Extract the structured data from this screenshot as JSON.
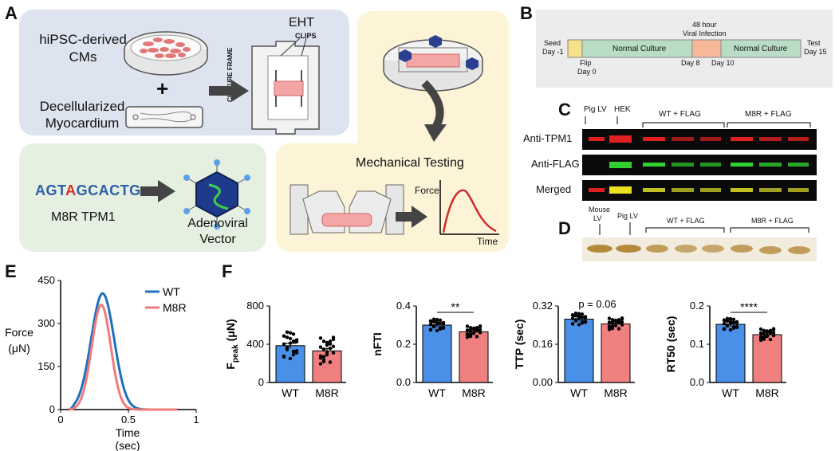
{
  "panels": {
    "A": "A",
    "B": "B",
    "C": "C",
    "D": "D",
    "E": "E",
    "F": "F"
  },
  "panelA": {
    "cells_label_1": "hiPSC-derived",
    "cells_label_2": "CMs",
    "plus": "+",
    "decell_1": "Decellularized",
    "decell_2": "Myocardium",
    "eht": "EHT",
    "clips": "CLIPS",
    "culture_frame": "CULTURE FRAME",
    "mech_testing": "Mechanical Testing",
    "force_axis": "Force",
    "time_axis": "Time",
    "seq_pre": "AGT",
    "seq_mut": "A",
    "seq_post": "GCACTG",
    "m8r_label": "M8R TPM1",
    "vector_1": "Adenoviral",
    "vector_2": "Vector",
    "colors": {
      "blue_panel": "#dde3ef",
      "yellow_panel": "#fdf3d6",
      "green_panel": "#e6f0e0",
      "seq_blue": "#2c5fa8",
      "seq_red": "#d62b2b"
    }
  },
  "panelB": {
    "seed_1": "Seed",
    "seed_2": "Day -1",
    "flip_1": "Flip",
    "flip_2": "Day 0",
    "normal1": "Normal Culture",
    "viral_1": "48 hour",
    "viral_2": "Viral Infection",
    "day8": "Day 8",
    "day10": "Day 10",
    "normal2": "Normal Culture",
    "test_1": "Test",
    "test_2": "Day 15",
    "colors": {
      "seed": "#f7e08a",
      "normal": "#b9dcc4",
      "viral": "#f7b89a"
    }
  },
  "panelC": {
    "lanes": [
      "Pig LV",
      "HEK",
      "WT + FLAG",
      "M8R + FLAG"
    ],
    "rows": [
      "Anti-TPM1",
      "Anti-FLAG",
      "Merged"
    ]
  },
  "panelD": {
    "lanes_1": "Mouse",
    "lanes_2": "LV",
    "pig": "Pig LV",
    "wt": "WT + FLAG",
    "m8r": "M8R + FLAG"
  },
  "chart_data": [
    {
      "type": "line",
      "ylabel": "Force\n(μN)",
      "xlabel": "Time\n(sec)",
      "xlim": [
        0,
        1
      ],
      "ylim": [
        0,
        450
      ],
      "x_ticks": [
        "0",
        "0.5",
        "1"
      ],
      "y_ticks": [
        "0",
        "150",
        "300",
        "450"
      ],
      "series": [
        {
          "name": "WT",
          "color": "#1f6fbf",
          "peak_time": 0.31,
          "peak": 405
        },
        {
          "name": "M8R",
          "color": "#f07b7b",
          "peak_time": 0.3,
          "peak": 365
        }
      ]
    },
    {
      "type": "bar",
      "ylabel": "F_peak (μN)",
      "categories": [
        "WT",
        "M8R"
      ],
      "values": [
        385,
        330
      ],
      "ylim": [
        0,
        800
      ],
      "y_ticks": [
        "0",
        "400",
        "800"
      ],
      "annotation": ""
    },
    {
      "type": "bar",
      "ylabel": "nFTI",
      "categories": [
        "WT",
        "M8R"
      ],
      "values": [
        0.3,
        0.265
      ],
      "ylim": [
        0,
        0.4
      ],
      "y_ticks": [
        "0.0",
        "0.2",
        "0.4"
      ],
      "annotation": "**"
    },
    {
      "type": "bar",
      "ylabel": "TTP (sec)",
      "categories": [
        "WT",
        "M8R"
      ],
      "values": [
        0.265,
        0.245
      ],
      "ylim": [
        0,
        0.32
      ],
      "y_ticks": [
        "0.00",
        "0.16",
        "0.32"
      ],
      "annotation": "p = 0.06"
    },
    {
      "type": "bar",
      "ylabel": "RT50 (sec)",
      "categories": [
        "WT",
        "M8R"
      ],
      "values": [
        0.152,
        0.125
      ],
      "ylim": [
        0,
        0.2
      ],
      "y_ticks": [
        "0.0",
        "0.1",
        "0.2"
      ],
      "annotation": "****"
    }
  ],
  "bar_colors": {
    "wt": "#4a90e8",
    "m8r": "#f08080"
  }
}
